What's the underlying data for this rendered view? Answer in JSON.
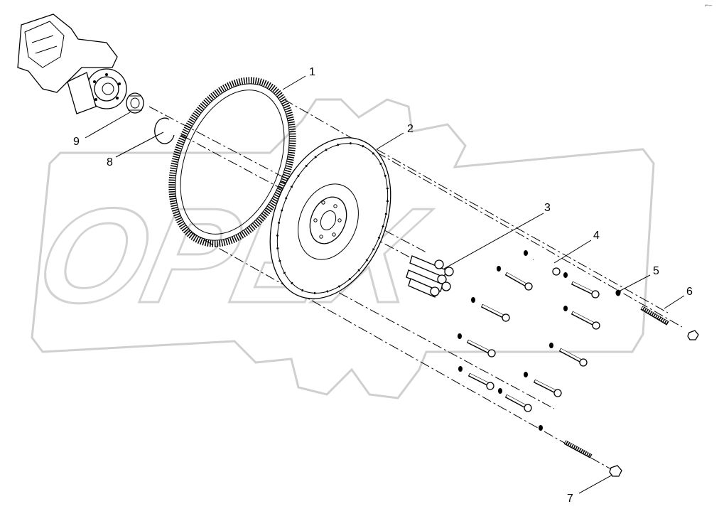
{
  "diagram": {
    "watermark_text": "OPEX",
    "corner_mark": "⌐–",
    "callouts": [
      {
        "id": "1",
        "label": "1",
        "part": "ring-gear"
      },
      {
        "id": "2",
        "label": "2",
        "part": "flywheel"
      },
      {
        "id": "3",
        "label": "3",
        "part": "flywheel-bolts"
      },
      {
        "id": "4",
        "label": "4",
        "part": "clutch-bolts"
      },
      {
        "id": "5",
        "label": "5",
        "part": "washer"
      },
      {
        "id": "6",
        "label": "6",
        "part": "stud"
      },
      {
        "id": "7",
        "label": "7",
        "part": "nut"
      },
      {
        "id": "8",
        "label": "8",
        "part": "snap-ring"
      },
      {
        "id": "9",
        "label": "9",
        "part": "pilot-bearing"
      }
    ]
  }
}
